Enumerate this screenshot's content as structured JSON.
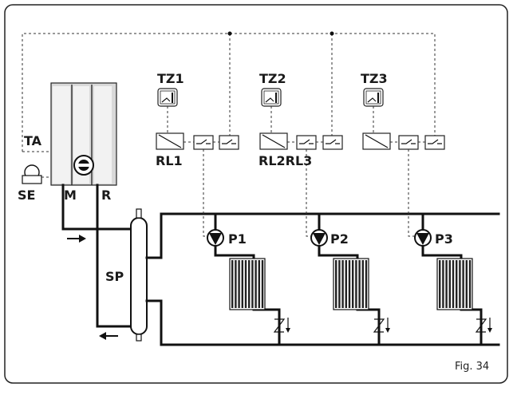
{
  "labels": {
    "tz1": "TZ1",
    "tz2": "TZ2",
    "tz3": "TZ3",
    "rl1": "RL1",
    "rl2rl3": "RL2RL3",
    "ta": "TA",
    "se": "SE",
    "m": "M",
    "r": "R",
    "sp": "SP",
    "p1": "P1",
    "p2": "P2",
    "p3": "P3"
  },
  "figure_caption": "Fig. 34",
  "colors": {
    "line": "#111111",
    "boiler_body": "#d9d9d9",
    "boiler_stripe": "#f2f2f2",
    "background": "#ffffff"
  }
}
